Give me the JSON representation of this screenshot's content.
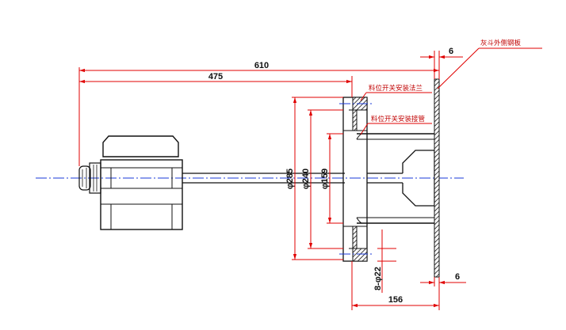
{
  "dimensions": {
    "overall_length": "610",
    "probe_length": "475",
    "plate_thickness_top": "6",
    "plate_thickness_bottom": "6",
    "bolt_circle": "φ285",
    "flange_od": "φ240",
    "pipe_dia": "φ159",
    "holes": "8-φ22",
    "sleeve_length": "156"
  },
  "notes": {
    "hopper_plate": "灰斗外侧钢板",
    "switch_flange": "料位开关安装法兰",
    "switch_pipe": "料位开关安装接管"
  },
  "colors": {
    "dimension_lines": "#e00000",
    "centerline": "#1a3ad8",
    "outline": "#111111",
    "note_text": "#c00000"
  }
}
